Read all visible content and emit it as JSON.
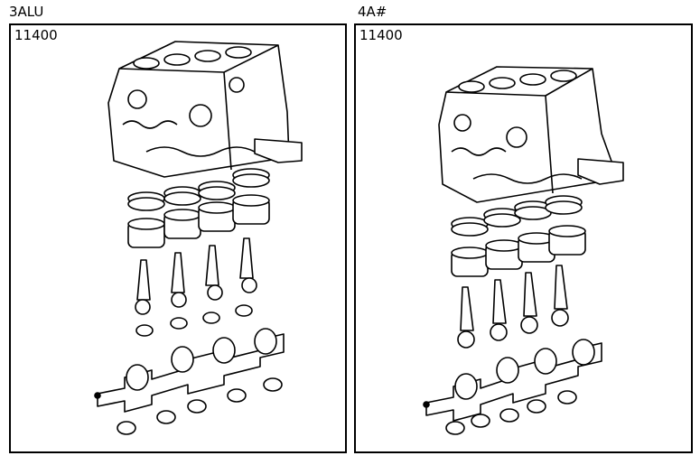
{
  "panels": [
    {
      "model": "3ALU",
      "part_number": "11400",
      "drawing": "short-block-exploded-view"
    },
    {
      "model": "4A#",
      "part_number": "11400",
      "drawing": "short-block-exploded-view"
    }
  ],
  "colors": {
    "ink": "#000000",
    "paper": "#ffffff"
  }
}
